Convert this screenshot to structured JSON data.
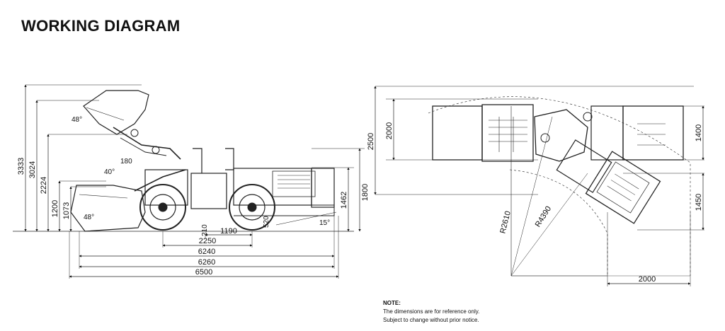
{
  "title": "WORKING DIAGRAM",
  "side_view": {
    "vertical_dims": [
      "3333",
      "3024",
      "2224",
      "1200",
      "1073",
      "1462",
      "1800"
    ],
    "angles": [
      "48°",
      "40°",
      "48°",
      "15°"
    ],
    "small_dims": [
      "180",
      "210",
      "520"
    ],
    "horizontal_dims": [
      "1190",
      "2250",
      "6240",
      "6260",
      "6500"
    ]
  },
  "top_view": {
    "dims": [
      "2500",
      "2000",
      "1400",
      "1450",
      "2000"
    ],
    "radii": [
      "R2610",
      "R4390"
    ]
  },
  "note": {
    "heading": "NOTE:",
    "line1": "The dimensions are for reference only.",
    "line2": "Subject to change without prior notice."
  }
}
